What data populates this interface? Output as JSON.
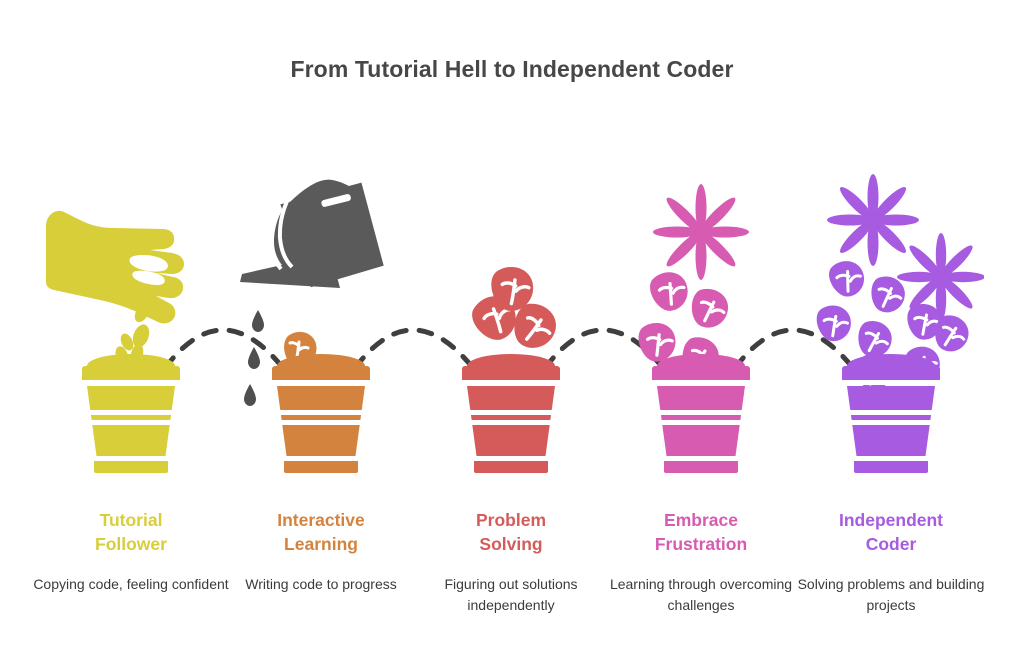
{
  "title": "From Tutorial Hell to Independent Coder",
  "title_color": "#474747",
  "background": "#ffffff",
  "connector": {
    "style": "dashed-arc",
    "color": "#3f3f3f"
  },
  "stages": [
    {
      "id": "tutorial-follower",
      "title_line1": "Tutorial",
      "title_line2": "Follower",
      "description": "Copying code, feeling confident",
      "color": "#D8CE3A",
      "icon": "hand-dropping-seeds-icon",
      "growth": "seeds"
    },
    {
      "id": "interactive-learning",
      "title_line1": "Interactive",
      "title_line2": "Learning",
      "description": "Writing code to progress",
      "color": "#D4833F",
      "icon": "watering-can-icon",
      "growth": "sprout"
    },
    {
      "id": "problem-solving",
      "title_line1": "Problem",
      "title_line2": "Solving",
      "description": "Figuring out solutions independently",
      "color": "#D55B5B",
      "icon": "three-leaves-icon",
      "growth": "leaves"
    },
    {
      "id": "embrace-frustration",
      "title_line1": "Embrace",
      "title_line2": "Frustration",
      "description": "Learning through overcoming challenges",
      "color": "#D75BB0",
      "icon": "flower-and-leaves-icon",
      "growth": "flower"
    },
    {
      "id": "independent-coder",
      "title_line1": "Independent",
      "title_line2": "Coder",
      "description": "Solving problems and building projects",
      "color": "#A75BE0",
      "icon": "full-bloom-icon",
      "growth": "full-bloom"
    }
  ]
}
